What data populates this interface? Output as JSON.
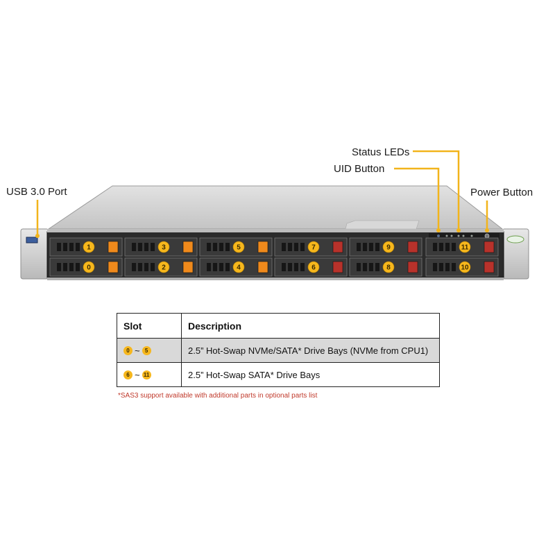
{
  "callouts": {
    "usb_port": "USB 3.0 Port",
    "status_leds": "Status LEDs",
    "uid_button": "UID Button",
    "power_button": "Power Button"
  },
  "bays": [
    {
      "label": "1",
      "type": "nvme"
    },
    {
      "label": "0",
      "type": "nvme"
    },
    {
      "label": "3",
      "type": "nvme"
    },
    {
      "label": "2",
      "type": "nvme"
    },
    {
      "label": "5",
      "type": "nvme"
    },
    {
      "label": "4",
      "type": "nvme"
    },
    {
      "label": "7",
      "type": "sata"
    },
    {
      "label": "6",
      "type": "sata"
    },
    {
      "label": "9",
      "type": "sata"
    },
    {
      "label": "8",
      "type": "sata"
    },
    {
      "label": "11",
      "type": "sata"
    },
    {
      "label": "10",
      "type": "sata"
    }
  ],
  "table": {
    "headers": [
      "Slot",
      "Description"
    ],
    "rows": [
      {
        "slot_from": "0",
        "slot_to": "5",
        "tilde": "~",
        "description": "2.5” Hot-Swap NVMe/SATA* Drive Bays (NVMe from CPU1)"
      },
      {
        "slot_from": "6",
        "slot_to": "11",
        "tilde": "~",
        "description": "2.5” Hot-Swap SATA* Drive Bays"
      }
    ]
  },
  "footnote": "*SAS3 support available with additional parts in optional parts list",
  "colors": {
    "callout_line": "#f2b41b",
    "badge": "#f6b71d",
    "nvme_tab": "#f08a1c",
    "sata_tab": "#b8322b",
    "chassis": "#c9c9c9",
    "bezel": "#2a2a2a",
    "footnote": "#c0392b"
  }
}
